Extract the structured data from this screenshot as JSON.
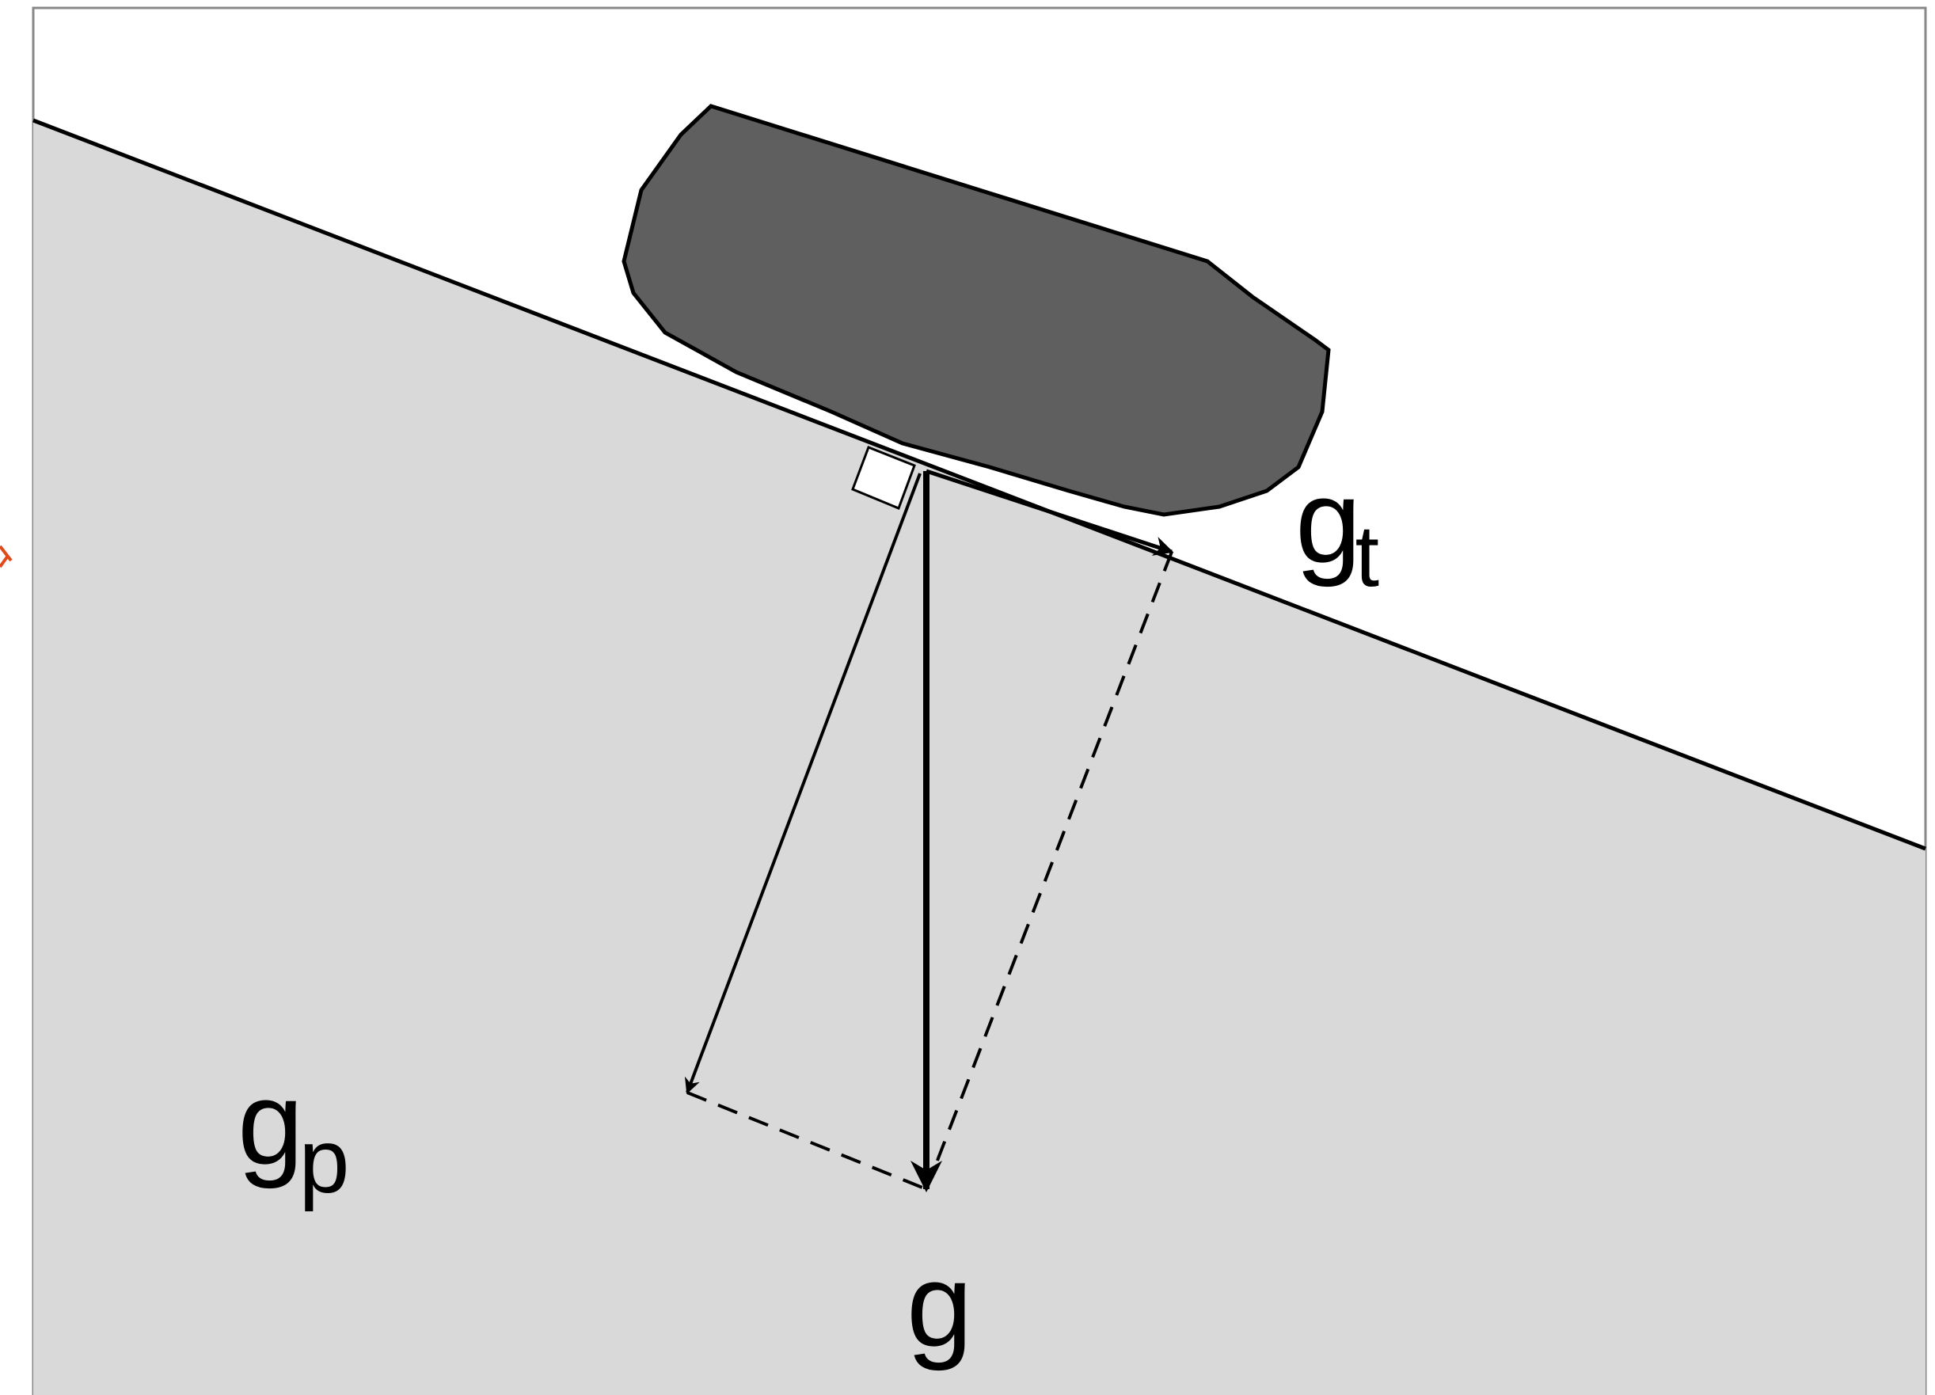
{
  "labels": {
    "gravity": "g",
    "parallel_main": "g",
    "parallel_sub": "t",
    "perpendicular_main": "g",
    "perpendicular_sub": "p"
  },
  "colors": {
    "background": "#ffffff",
    "slope_fill": "#d9d9d9",
    "rock_fill": "#5f5f5f",
    "stroke": "#000000",
    "frame": "#888888",
    "edge_mark": "#e04a1a"
  }
}
